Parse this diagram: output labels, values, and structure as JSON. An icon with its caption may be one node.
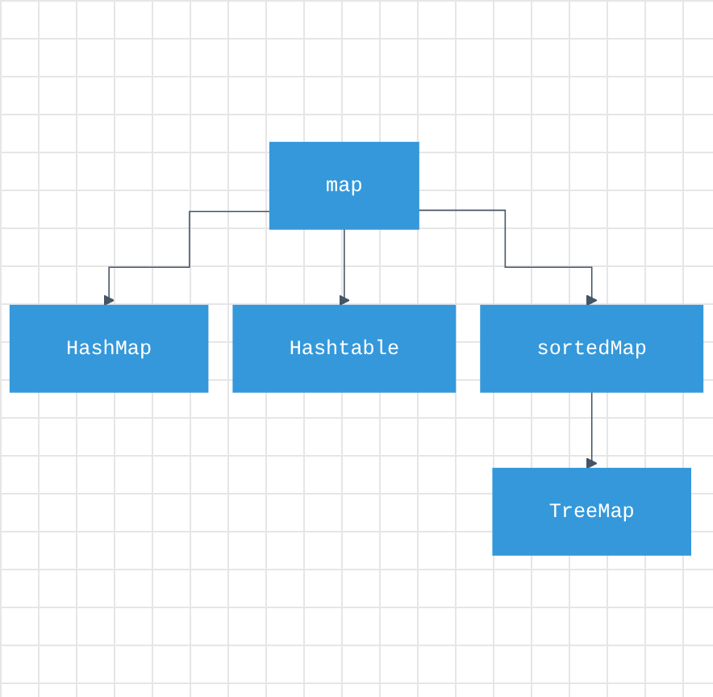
{
  "diagram": {
    "nodes": [
      {
        "text": [
          "map"
        ]
      },
      {
        "text": [
          "HashMap"
        ]
      },
      {
        "text": [
          "Hashtable"
        ]
      },
      {
        "text": [
          "sortedMap"
        ]
      },
      {
        "text": [
          "TreeMap"
        ]
      }
    ],
    "edges": [
      {
        "from": 0,
        "to": 1,
        "arrow": "to"
      },
      {
        "from": 0,
        "to": 2,
        "arrow": "to"
      },
      {
        "from": 0,
        "to": 3,
        "arrow": "to"
      },
      {
        "from": 3,
        "to": 4,
        "arrow": "to"
      }
    ]
  }
}
